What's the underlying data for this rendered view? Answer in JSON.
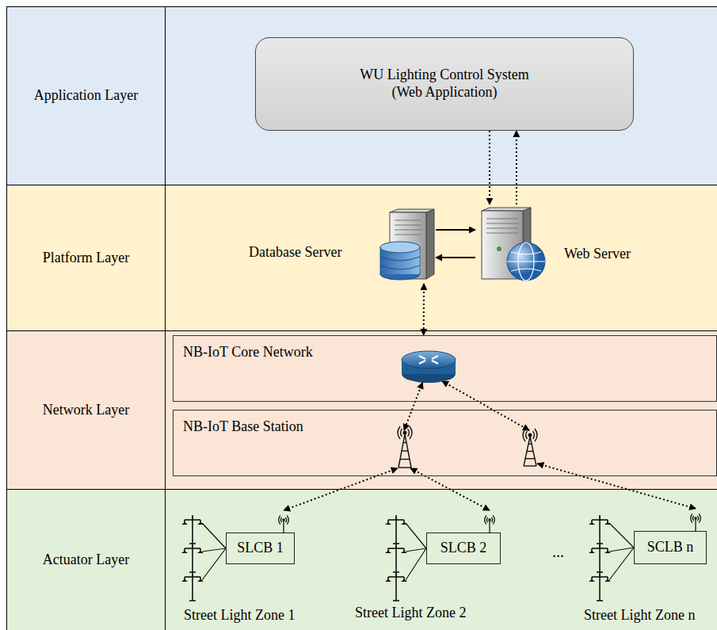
{
  "diagram": {
    "nodes": [
      {
        "text": [
          "Application Layer"
        ]
      },
      {
        "text": [
          "WU Lighting Control System (Web Application)"
        ],
        "in": 0
      },
      {
        "text": [
          "Platform Layer"
        ]
      },
      {
        "text": [
          "Database Server"
        ],
        "in": 2
      },
      {
        "text": [
          "Web Server"
        ],
        "in": 2
      },
      {
        "text": [
          "Network Layer"
        ]
      },
      {
        "text": [
          "NB-IoT Core Network"
        ],
        "in": 5
      },
      {
        "text": [
          "NB-IoT Base Station"
        ],
        "in": 5
      },
      {
        "text": [
          "Actuator Layer"
        ]
      },
      {
        "text": [
          "SLCB 1"
        ],
        "in": 8
      },
      {
        "text": [
          "SLCB 2"
        ],
        "in": 8
      },
      {
        "text": [
          "SCLB n"
        ],
        "in": 8
      }
    ],
    "edges": [
      {
        "from": 1,
        "to": 4,
        "arrow": "to"
      },
      {
        "from": 4,
        "to": 1,
        "arrow": "to"
      },
      {
        "from": 3,
        "to": 4,
        "arrow": "to"
      },
      {
        "from": 4,
        "to": 3,
        "arrow": "to"
      },
      {
        "from": 3,
        "to": 6,
        "arrow": "both"
      },
      {
        "from": 6,
        "to": 7,
        "arrow": "both"
      },
      {
        "from": 6,
        "to": 7,
        "arrow": "both"
      },
      {
        "from": 7,
        "to": 9,
        "arrow": "both"
      },
      {
        "from": 7,
        "to": 10,
        "arrow": "both"
      },
      {
        "from": 7,
        "to": 11,
        "arrow": "both"
      }
    ],
    "labels": [
      "Street Light Zone 1",
      "Street Light Zone 2",
      "...",
      "Street Light Zone n"
    ]
  }
}
